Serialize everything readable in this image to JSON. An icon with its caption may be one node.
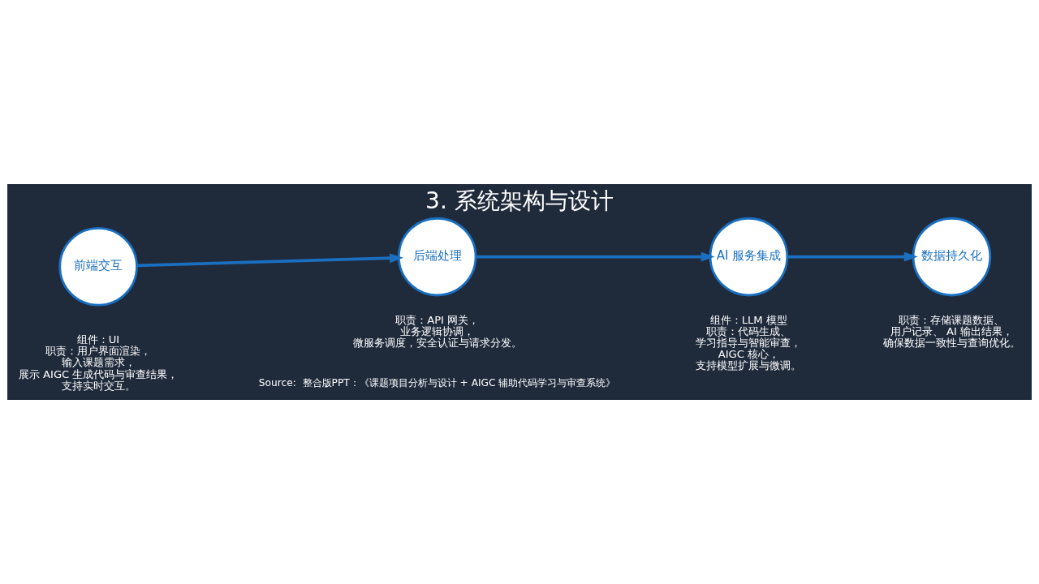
{
  "diagram": {
    "title": "3. 系统架构与设计",
    "caption": "Source:  整合版PPT：《课题项目分析与设计 + AIGC 辅助代码学习与审查系统》",
    "nodes": [
      {
        "text": [
          "前端交互"
        ],
        "beside": [
          "组件 : UI",
          "职责：用户界面渲染，输入课题需求，展示 AIGC 生成代码与审查结果，支持实时交互。"
        ]
      },
      {
        "text": [
          "后端处理"
        ],
        "beside": [
          "职责：API 网关，业务逻辑协调，微服务调度，安全认证与请求分发。"
        ]
      },
      {
        "text": [
          "AI 服务集成"
        ],
        "beside": [
          "组件 : LLM 模型",
          "职责：代码生成、学习指导与智能审查， AIGC 核心，支持模型扩展与微调。"
        ]
      },
      {
        "text": [
          "数据持久化"
        ],
        "beside": [
          "职责：存储课题数据、用户记录、 AI 输出结果，确保数据一致性与查询优化。"
        ]
      }
    ],
    "edges": [
      {
        "from": 0,
        "to": 1,
        "arrow": "to"
      },
      {
        "from": 1,
        "to": 2,
        "arrow": "to"
      },
      {
        "from": 2,
        "to": 3,
        "arrow": "to"
      }
    ]
  }
}
